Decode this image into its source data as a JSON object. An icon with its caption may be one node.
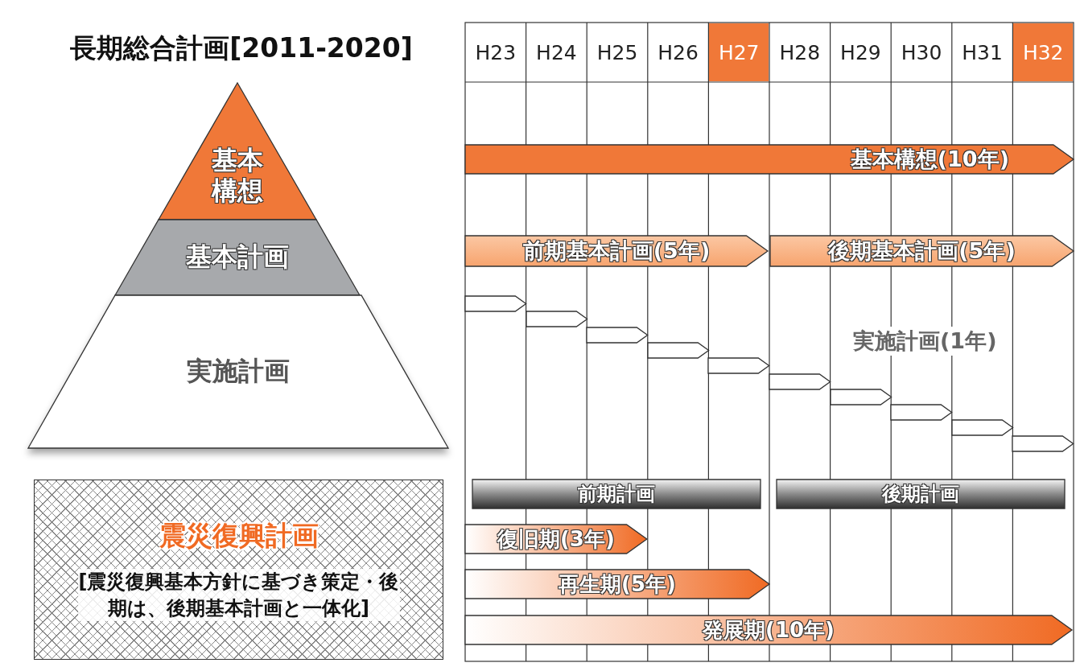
{
  "diagram": {
    "title": "長期総合計画[2011-2020]",
    "nodes": [
      {
        "text": [
          "基本構想"
        ]
      },
      {
        "text": [
          "基本計画"
        ]
      },
      {
        "text": [
          "実施計画"
        ]
      },
      {
        "text": [
          "震災復興計画",
          "[震災復興基本方針に基づき策定・後期は、後期基本計画と一体化]"
        ]
      },
      {
        "text": [
          "基本構想(10年)"
        ]
      },
      {
        "text": [
          "前期基本計画(5年)"
        ]
      },
      {
        "text": [
          "後期基本計画(5年)"
        ]
      },
      {
        "text": [],
        "shape": "arrow"
      },
      {
        "text": [],
        "shape": "arrow"
      },
      {
        "text": [],
        "shape": "arrow"
      },
      {
        "text": [],
        "shape": "arrow"
      },
      {
        "text": [],
        "shape": "arrow"
      },
      {
        "text": [],
        "shape": "arrow"
      },
      {
        "text": [],
        "shape": "arrow"
      },
      {
        "text": [],
        "shape": "arrow"
      },
      {
        "text": [],
        "shape": "arrow"
      },
      {
        "text": [],
        "shape": "arrow"
      },
      {
        "text": [
          "前期計画"
        ]
      },
      {
        "text": [
          "後期計画"
        ]
      },
      {
        "text": [
          "復旧期(3年)"
        ]
      },
      {
        "text": [
          "再生期(5年)"
        ]
      },
      {
        "text": [
          "発展期(10年)"
        ]
      }
    ],
    "labels": [
      "H23",
      "H24",
      "H25",
      "H26",
      "H27",
      "H28",
      "H29",
      "H30",
      "H31",
      "H32",
      "実施計画(1年)"
    ]
  }
}
